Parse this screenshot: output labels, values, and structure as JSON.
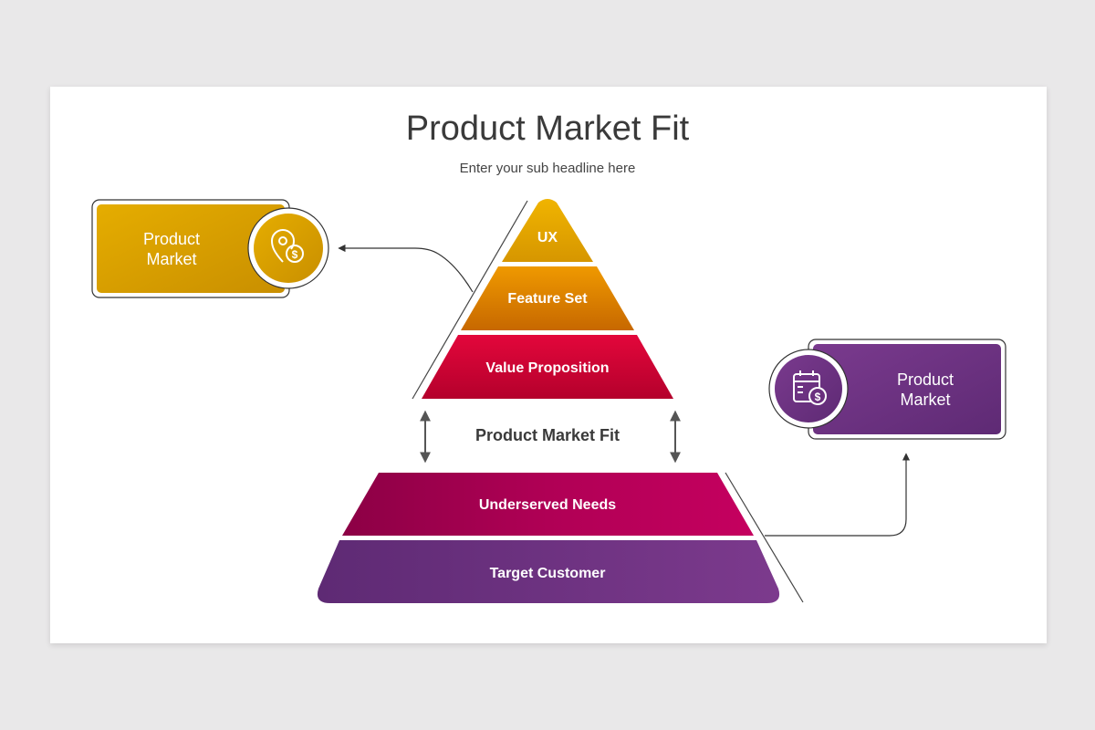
{
  "title": "Product Market Fit",
  "subtitle": "Enter your sub headline here",
  "pyramid_top": [
    {
      "label": "UX",
      "color_from": "#f0b400",
      "color_to": "#d69600"
    },
    {
      "label": "Feature Set",
      "color_from": "#f09a00",
      "color_to": "#c96a00"
    },
    {
      "label": "Value Proposition",
      "color_from": "#e2063a",
      "color_to": "#b5002d"
    }
  ],
  "middle_label": "Product Market Fit",
  "pyramid_bottom": [
    {
      "label": "Underserved Needs",
      "color_from": "#c2005c",
      "color_to": "#8e0046"
    },
    {
      "label": "Target Customer",
      "color_from": "#7b3a8e",
      "color_to": "#5c2a75"
    }
  ],
  "cards": {
    "left": {
      "line1": "Product",
      "line2": "Market",
      "icon": "location-dollar-icon",
      "color": "#d8a000"
    },
    "right": {
      "line1": "Product",
      "line2": "Market",
      "icon": "calendar-dollar-icon",
      "color": "#6e2d80"
    }
  }
}
